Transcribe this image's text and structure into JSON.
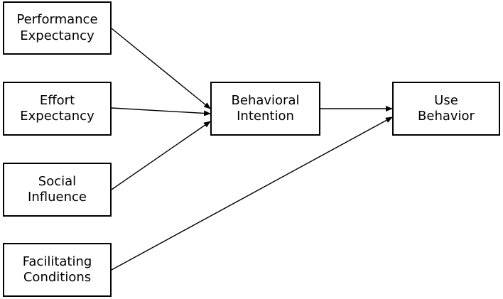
{
  "nodes": {
    "performance_expectancy": "Performance\nExpectancy",
    "effort_expectancy": "Effort\nExpectancy",
    "social_influence": "Social\nInfluence",
    "facilitating_conditions": "Facilitating\nConditions",
    "behavioral_intention": "Behavioral\nIntention",
    "use_behavior": "Use\nBehavior"
  },
  "edges": [
    {
      "from": "performance_expectancy",
      "to": "behavioral_intention"
    },
    {
      "from": "effort_expectancy",
      "to": "behavioral_intention"
    },
    {
      "from": "social_influence",
      "to": "behavioral_intention"
    },
    {
      "from": "behavioral_intention",
      "to": "use_behavior"
    },
    {
      "from": "facilitating_conditions",
      "to": "use_behavior"
    }
  ],
  "colors": {
    "line": "#000000",
    "box_border": "#000000",
    "background": "#ffffff"
  }
}
